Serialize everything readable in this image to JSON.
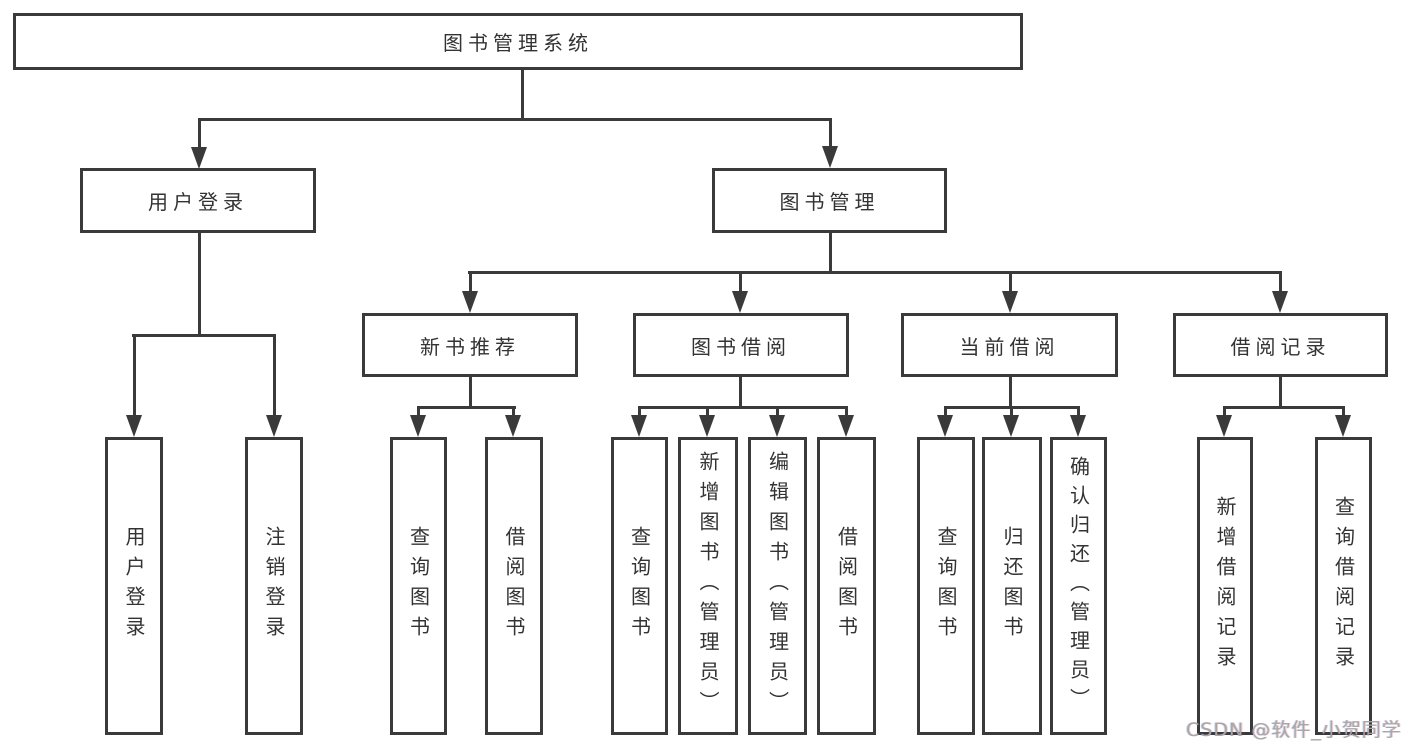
{
  "diagram": {
    "type": "hierarchy-tree",
    "nodes": {
      "root": {
        "label": "图书管理系统"
      },
      "user_login": {
        "label": "用户登录"
      },
      "book_management": {
        "label": "图书管理"
      },
      "new_book_recommend": {
        "label": "新书推荐"
      },
      "book_borrowing": {
        "label": "图书借阅"
      },
      "current_borrowing": {
        "label": "当前借阅"
      },
      "borrowing_records": {
        "label": "借阅记录"
      },
      "leaf_user_login": {
        "label": "用户登录"
      },
      "leaf_logout": {
        "label": "注销登录"
      },
      "leaf_recommend_query_book": {
        "label": "查询图书"
      },
      "leaf_recommend_borrow_book": {
        "label": "借阅图书"
      },
      "leaf_borrow_query_book": {
        "label": "查询图书"
      },
      "leaf_borrow_add_book": {
        "label": "新增图书（管理员）"
      },
      "leaf_borrow_edit_book": {
        "label": "编辑图书（管理员）"
      },
      "leaf_borrow_borrow_book": {
        "label": "借阅图书"
      },
      "leaf_current_query_book": {
        "label": "查询图书"
      },
      "leaf_current_return_book": {
        "label": "归还图书"
      },
      "leaf_current_confirm_return": {
        "label": "确认归还（管理员）"
      },
      "leaf_records_add_record": {
        "label": "新增借阅记录"
      },
      "leaf_records_query_record": {
        "label": "查询借阅记录"
      }
    },
    "edges": [
      [
        "root",
        "user_login"
      ],
      [
        "root",
        "book_management"
      ],
      [
        "user_login",
        "leaf_user_login"
      ],
      [
        "user_login",
        "leaf_logout"
      ],
      [
        "book_management",
        "new_book_recommend"
      ],
      [
        "book_management",
        "book_borrowing"
      ],
      [
        "book_management",
        "current_borrowing"
      ],
      [
        "book_management",
        "borrowing_records"
      ],
      [
        "new_book_recommend",
        "leaf_recommend_query_book"
      ],
      [
        "new_book_recommend",
        "leaf_recommend_borrow_book"
      ],
      [
        "book_borrowing",
        "leaf_borrow_query_book"
      ],
      [
        "book_borrowing",
        "leaf_borrow_add_book"
      ],
      [
        "book_borrowing",
        "leaf_borrow_edit_book"
      ],
      [
        "book_borrowing",
        "leaf_borrow_borrow_book"
      ],
      [
        "current_borrowing",
        "leaf_current_query_book"
      ],
      [
        "current_borrowing",
        "leaf_current_return_book"
      ],
      [
        "current_borrowing",
        "leaf_current_confirm_return"
      ],
      [
        "borrowing_records",
        "leaf_records_add_record"
      ],
      [
        "borrowing_records",
        "leaf_records_query_record"
      ]
    ],
    "colors": {
      "line": "#3a3a3a",
      "text": "#333333",
      "background": "#ffffff",
      "watermark": "#a7a7a9"
    },
    "watermark": "CSDN @软件_小贺同学"
  }
}
